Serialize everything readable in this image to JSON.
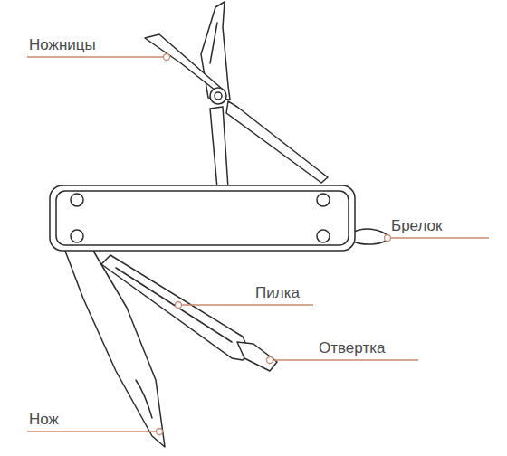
{
  "diagram": {
    "labels": [
      "Ножницы",
      "Брелок",
      "Пилка",
      "Отвертка",
      "Нож"
    ]
  }
}
